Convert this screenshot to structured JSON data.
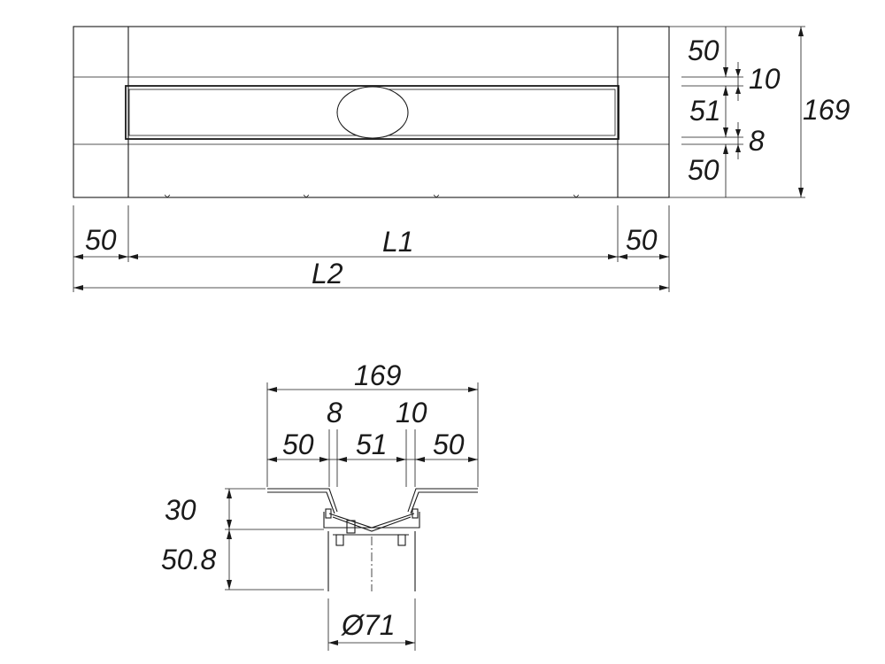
{
  "plan_view": {
    "right_dimensions": {
      "top_band": "50",
      "gap_upper": "10",
      "middle_band": "51",
      "gap_lower": "8",
      "bottom_band": "50",
      "total_width": "169"
    },
    "bottom_dimensions": {
      "left_end": "50",
      "inner_length": "L1",
      "right_end": "50",
      "overall_length": "L2"
    }
  },
  "section_view": {
    "top_dimensions": {
      "total_width": "169",
      "left_gap": "8",
      "right_gap": "10",
      "left_band": "50",
      "middle_band": "51",
      "right_band": "50"
    },
    "left_dimensions": {
      "upper_height": "30",
      "lower_height": "50.8"
    },
    "outlet_diameter": "Ø71"
  },
  "colors": {
    "line": "#1a1a1a",
    "background": "#ffffff"
  }
}
